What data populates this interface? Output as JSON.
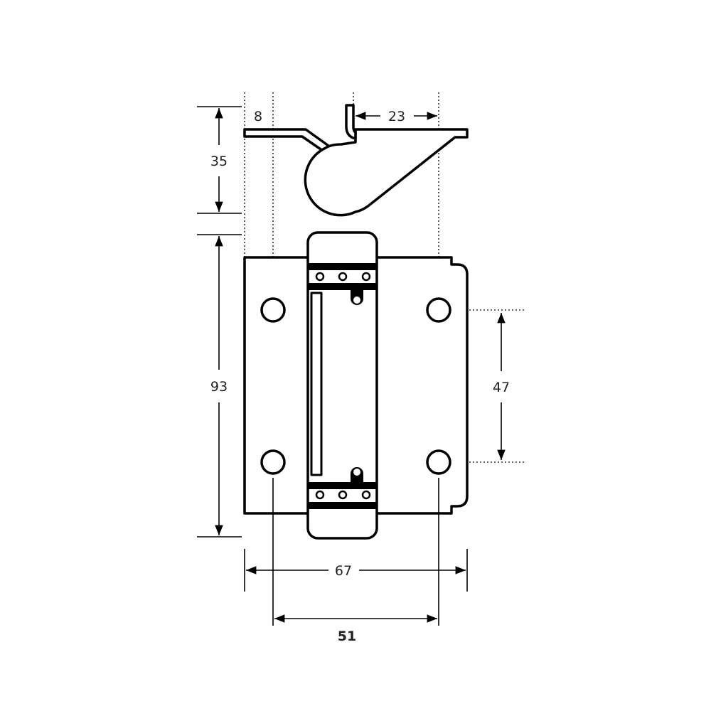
{
  "title": "Hinge dimensional drawing",
  "dimensions": {
    "leaf_offset": "8",
    "tab_to_hole": "23",
    "profile_depth": "35",
    "height": "93",
    "hole_spacing_vertical": "47",
    "overall_width": "67",
    "hole_spacing_horizontal": "51"
  },
  "colors": {
    "line": "#000000",
    "background": "#ffffff"
  }
}
